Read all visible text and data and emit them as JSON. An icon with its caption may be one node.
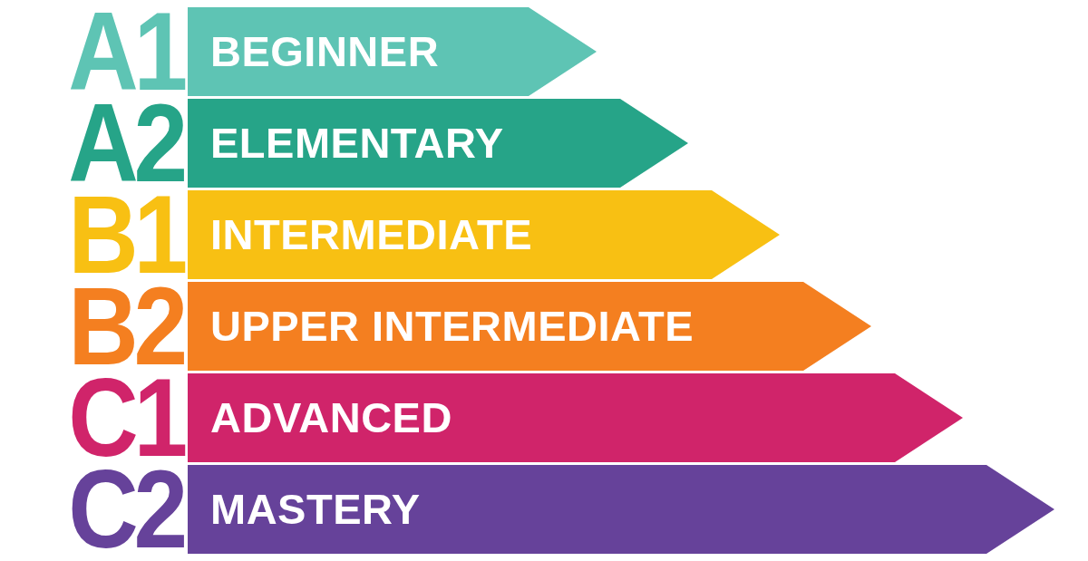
{
  "diagram": {
    "nodes": [
      {
        "text": [
          "A1",
          "BEGINNER"
        ]
      },
      {
        "text": [
          "A2",
          "ELEMENTARY"
        ]
      },
      {
        "text": [
          "B1",
          "INTERMEDIATE"
        ]
      },
      {
        "text": [
          "B2",
          "UPPER INTERMEDIATE"
        ]
      },
      {
        "text": [
          "C1",
          "ADVANCED"
        ]
      },
      {
        "text": [
          "C2",
          "MASTERY"
        ]
      }
    ]
  }
}
